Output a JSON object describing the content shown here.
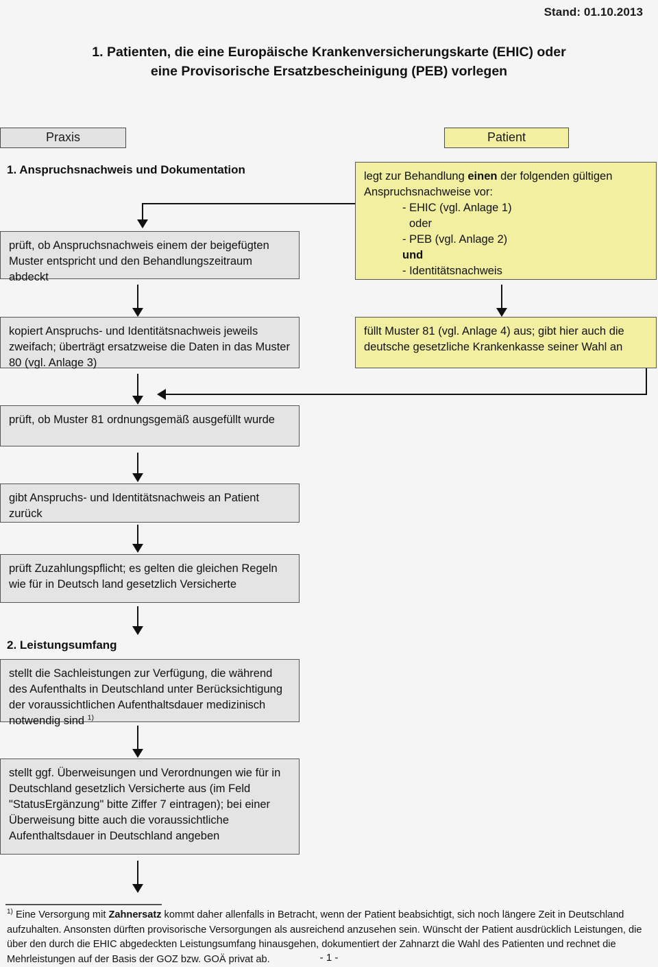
{
  "header": {
    "stand_label": "Stand: 01.10.2013",
    "title_line1": "1. Patienten, die eine Europäische Krankenversicherungskarte (EHIC) oder",
    "title_line2": "eine Provisorische Ersatzbescheinigung (PEB) vorlegen"
  },
  "columns": {
    "praxis_label": "Praxis",
    "patient_label": "Patient"
  },
  "sections": {
    "s1_label": "1. Anspruchsnachweis und Dokumentation",
    "s2_label": "2. Leistungsumfang"
  },
  "praxis_steps": [
    {
      "id": "praxis-step-1",
      "text": "prüft, ob Anspruchsnachweis einem der beigefügten Muster entspricht und den Behandlungszeitraum abdeckt"
    },
    {
      "id": "praxis-step-2",
      "text": "kopiert Anspruchs- und Identitätsnachweis jeweils zweifach; überträgt ersatzweise die Daten in das Muster 80 (vgl. Anlage 3)"
    },
    {
      "id": "praxis-step-3",
      "text": "prüft, ob Muster 81 ordnungsgemäß ausgefüllt wurde"
    },
    {
      "id": "praxis-step-4",
      "text": "gibt Anspruchs- und Identitätsnachweis an Patient zurück"
    },
    {
      "id": "praxis-step-5",
      "text": "prüft Zuzahlungspflicht; es gelten die gleichen Regeln wie für in Deutsch land gesetzlich Versicherte"
    },
    {
      "id": "praxis-step-6",
      "text_before_marker": "stellt die Sachleistungen zur Verfügung, die während des Aufenthalts in Deutschland unter Berücksichtigung der voraussichtlichen Aufenthaltsdauer medizinisch notwendig sind ",
      "footnote_marker": "1)"
    },
    {
      "id": "praxis-step-7",
      "text": "stellt ggf. Überweisungen und Verordnungen wie für in Deutschland gesetzlich Versicherte aus (im Feld \"StatusErgänzung\" bitte Ziffer 7 eintragen); bei einer Überweisung bitte auch die voraussichtliche Aufenthaltsdauer in Deutschland angeben"
    }
  ],
  "patient_steps": [
    {
      "id": "patient-step-1",
      "line1_a": "legt zur Behandlung ",
      "line1_bold": "einen",
      "line1_b": " der folgenden gültigen Anspruchsnachweise vor:",
      "item_ehic": "- EHIC (vgl. Anlage 1)",
      "item_oder": "oder",
      "item_peb": "- PEB (vgl. Anlage 2)",
      "item_und_bold": "und",
      "item_identitaet": "- Identitätsnachweis"
    },
    {
      "id": "patient-step-2",
      "text": "füllt Muster 81 (vgl. Anlage 4) aus; gibt hier auch die deutsche gesetzliche Krankenkasse seiner Wahl an"
    }
  ],
  "footnote": {
    "marker": "1)",
    "part1": "Eine Versorgung mit ",
    "bold": "Zahnersatz",
    "part2": " kommt daher allenfalls in Betracht, wenn der Patient beabsichtigt, sich noch längere Zeit in Deutschland aufzuhalten. Ansonsten dürften provisorische Versorgungen als ausreichend anzusehen sein. Wünscht der Patient ausdrücklich Leistungen, die über den durch die EHIC abgedeckten Leistungsumfang hinausgehen, dokumentiert der Zahnarzt die Wahl des Patienten und rechnet die Mehrleistungen auf der Basis der GOZ bzw. GOÄ privat ab."
  },
  "page_number": "- 1 -",
  "colors": {
    "page_background": "#f5f5f5",
    "praxis_box": "#e4e4e4",
    "patient_box": "#f2f0a0",
    "border": "#555555",
    "connector": "#111111"
  }
}
